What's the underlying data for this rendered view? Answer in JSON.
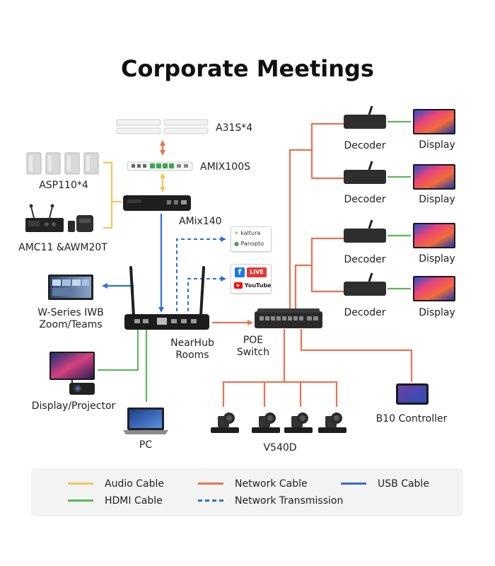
{
  "title": "Corporate Meetings",
  "nodes": {
    "a31s": "A31S*4",
    "amix100s": "AMIX100S",
    "asp110": "ASP110*4",
    "amix140": "AMix140",
    "amc11": "AMC11 &AWM20T",
    "iwb_line1": "W-Series IWB",
    "iwb_line2": "Zoom/Teams",
    "nearhub_line1": "NearHub",
    "nearhub_line2": "Rooms",
    "poe_line1": "POE",
    "poe_line2": "Switch",
    "display_projector": "Display/Projector",
    "pc": "PC",
    "v540d": "V540D",
    "b10": "B10 Controller",
    "decoder": "Decoder",
    "display": "Display"
  },
  "streaming": {
    "kaltura": "kaltura",
    "panopto": "Panopto",
    "live": "LIVE",
    "youtube": "YouTube"
  },
  "legend": {
    "audio": "Audio Cable",
    "network": "Network Cable",
    "usb": "USB Cable",
    "hdmi": "HDMI Cable",
    "network_tx": "Network Transmission"
  },
  "colors": {
    "audio": "#f2c55c",
    "network": "#e8734f",
    "usb": "#2f6fd6",
    "hdmi": "#5cb85c",
    "network_tx": "#2f6fd6"
  },
  "icons": {
    "facebook": "facebook-icon",
    "youtube": "youtube-icon",
    "kaltura": "kaltura-icon",
    "panopto": "panopto-icon"
  }
}
